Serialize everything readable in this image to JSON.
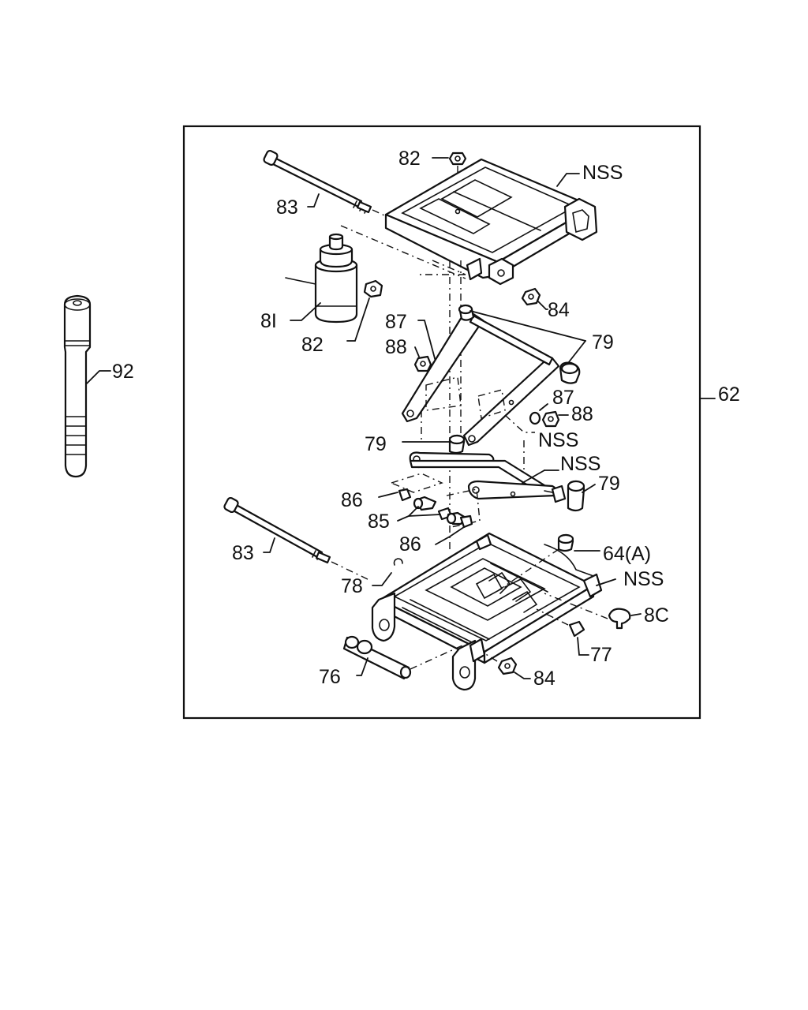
{
  "assembly_callout": "62",
  "labels": {
    "rod_92": "92",
    "nut_82_top": "82",
    "nss_top": "NSS",
    "pin_83_top": "83",
    "solenoid_81": "8I",
    "nut_82_left": "82",
    "nut_84_top": "84",
    "washer_87_left": "87",
    "nut_88_left": "88",
    "bushing_79_right": "79",
    "washer_87_right": "87",
    "nut_88_right": "88",
    "nss_mid_1": "NSS",
    "bushing_79_left": "79",
    "nss_mid_2": "NSS",
    "bushing_79_lower": "79",
    "bolt_86_upper": "86",
    "bolt_85": "85",
    "bolt_86_lower": "86",
    "pin_83_bottom": "83",
    "knob_64a": "64(A)",
    "clip_78": "78",
    "nss_base": "NSS",
    "knob_80": "8C",
    "bolt_77": "77",
    "pin_76": "76",
    "nut_84_bottom": "84"
  }
}
